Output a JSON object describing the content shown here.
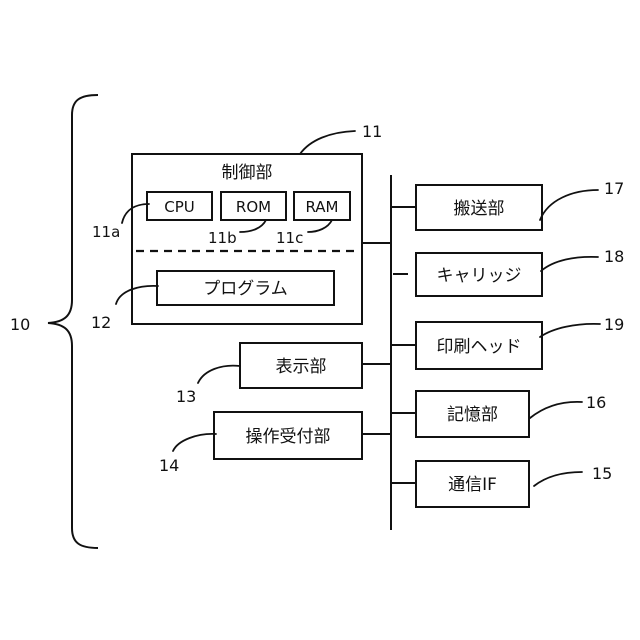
{
  "control_unit": {
    "title": "制御部",
    "ref": "11",
    "cpu": {
      "label": "CPU",
      "ref": "11a"
    },
    "rom": {
      "label": "ROM",
      "ref": "11b"
    },
    "ram": {
      "label": "RAM",
      "ref": "11c"
    },
    "program": {
      "label": "プログラム",
      "ref": "12"
    }
  },
  "device": {
    "ref": "10"
  },
  "display": {
    "label": "表示部",
    "ref": "13"
  },
  "operation": {
    "label": "操作受付部",
    "ref": "14"
  },
  "transport": {
    "label": "搬送部",
    "ref": "17"
  },
  "carriage": {
    "label": "キャリッジ",
    "ref": "18"
  },
  "print_head": {
    "label": "印刷ヘッド",
    "ref": "19"
  },
  "storage": {
    "label": "記憶部",
    "ref": "16"
  },
  "comm_if": {
    "label": "通信IF",
    "ref": "15"
  }
}
